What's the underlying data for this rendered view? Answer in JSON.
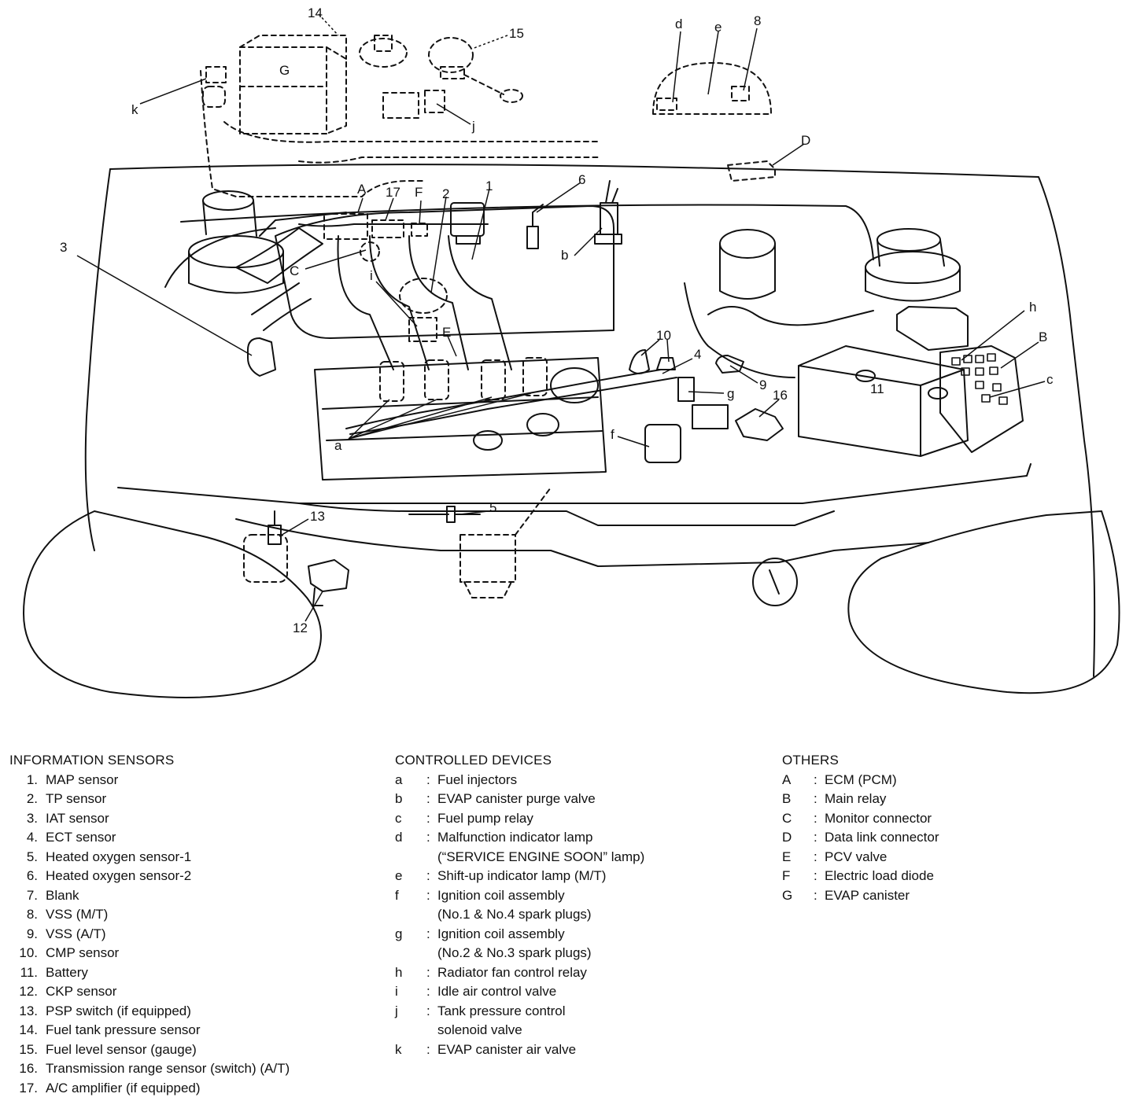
{
  "diagram": {
    "callouts": {
      "n1": "1",
      "n2": "2",
      "n3": "3",
      "n4": "4",
      "n5": "5",
      "n6": "6",
      "n8": "8",
      "n9": "9",
      "n10": "10",
      "n11": "11",
      "n12": "12",
      "n13": "13",
      "n14": "14",
      "n15": "15",
      "n16": "16",
      "n17": "17",
      "A": "A",
      "B": "B",
      "C": "C",
      "D": "D",
      "E": "E",
      "F": "F",
      "G": "G",
      "a": "a",
      "b": "b",
      "c": "c",
      "d": "d",
      "e": "e",
      "f": "f",
      "g": "g",
      "h": "h",
      "i": "i",
      "j": "j",
      "k": "k"
    }
  },
  "legend": {
    "sensors": {
      "heading": "INFORMATION SENSORS",
      "items": [
        {
          "key": "1.",
          "text": "MAP sensor"
        },
        {
          "key": "2.",
          "text": "TP sensor"
        },
        {
          "key": "3.",
          "text": "IAT sensor"
        },
        {
          "key": "4.",
          "text": "ECT sensor"
        },
        {
          "key": "5.",
          "text": "Heated oxygen sensor-1"
        },
        {
          "key": "6.",
          "text": "Heated oxygen sensor-2"
        },
        {
          "key": "7.",
          "text": "Blank"
        },
        {
          "key": "8.",
          "text": "VSS (M/T)"
        },
        {
          "key": "9.",
          "text": "VSS (A/T)"
        },
        {
          "key": "10.",
          "text": "CMP sensor"
        },
        {
          "key": "11.",
          "text": "Battery"
        },
        {
          "key": "12.",
          "text": "CKP sensor"
        },
        {
          "key": "13.",
          "text": "PSP switch (if equipped)"
        },
        {
          "key": "14.",
          "text": "Fuel tank pressure sensor"
        },
        {
          "key": "15.",
          "text": "Fuel level sensor (gauge)"
        },
        {
          "key": "16.",
          "text": "Transmission range sensor (switch) (A/T)"
        },
        {
          "key": "17.",
          "text": "A/C amplifier (if equipped)"
        }
      ]
    },
    "devices": {
      "heading": "CONTROLLED DEVICES",
      "items": [
        {
          "key": "a",
          "sep": ":",
          "text": "Fuel injectors"
        },
        {
          "key": "b",
          "sep": ":",
          "text": "EVAP canister purge valve"
        },
        {
          "key": "c",
          "sep": ":",
          "text": "Fuel pump relay"
        },
        {
          "key": "d",
          "sep": ":",
          "text": "Malfunction indicator lamp"
        },
        {
          "key": "",
          "sep": "",
          "text": "(“SERVICE ENGINE SOON” lamp)"
        },
        {
          "key": "e",
          "sep": ":",
          "text": "Shift-up indicator lamp (M/T)"
        },
        {
          "key": "f",
          "sep": ":",
          "text": "Ignition coil assembly"
        },
        {
          "key": "",
          "sep": "",
          "text": "(No.1 & No.4 spark plugs)"
        },
        {
          "key": "g",
          "sep": ":",
          "text": "Ignition coil assembly"
        },
        {
          "key": "",
          "sep": "",
          "text": "(No.2 & No.3 spark plugs)"
        },
        {
          "key": "h",
          "sep": ":",
          "text": "Radiator fan control relay"
        },
        {
          "key": "i",
          "sep": ":",
          "text": "Idle air control valve"
        },
        {
          "key": "j",
          "sep": ":",
          "text": "Tank pressure control"
        },
        {
          "key": "",
          "sep": "",
          "text": "solenoid valve"
        },
        {
          "key": "k",
          "sep": ":",
          "text": "EVAP canister air valve"
        }
      ]
    },
    "others": {
      "heading": "OTHERS",
      "items": [
        {
          "key": "A",
          "sep": ":",
          "text": "ECM (PCM)"
        },
        {
          "key": "B",
          "sep": ":",
          "text": "Main relay"
        },
        {
          "key": "C",
          "sep": ":",
          "text": "Monitor connector"
        },
        {
          "key": "D",
          "sep": ":",
          "text": "Data link connector"
        },
        {
          "key": "E",
          "sep": ":",
          "text": "PCV valve"
        },
        {
          "key": "F",
          "sep": ":",
          "text": "Electric load diode"
        },
        {
          "key": "G",
          "sep": ":",
          "text": "EVAP canister"
        }
      ]
    }
  }
}
